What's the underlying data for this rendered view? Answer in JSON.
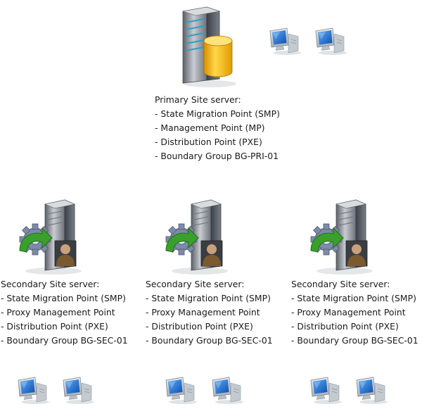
{
  "primary": {
    "title": "Primary Site server:",
    "roles": [
      "- State Migration Point (SMP)",
      "- Management Point (MP)",
      "- Distribution Point (PXE)",
      "- Boundary Group BG-PRI-01"
    ]
  },
  "secondaries": [
    {
      "title": "Secondary Site server:",
      "roles": [
        "- State Migration Point (SMP)",
        "- Proxy Management Point",
        "- Distribution Point (PXE)",
        "- Boundary Group BG-SEC-01"
      ]
    },
    {
      "title": "Secondary Site server:",
      "roles": [
        "- State Migration Point (SMP)",
        "- Proxy Management Point",
        "- Distribution Point (PXE)",
        "- Boundary Group BG-SEC-01"
      ]
    },
    {
      "title": "Secondary Site server:",
      "roles": [
        "- State Migration Point (SMP)",
        "- Proxy Management Point",
        "- Distribution Point (PXE)",
        "- Boundary Group BG-SEC-01"
      ]
    }
  ],
  "icons": {
    "primary_server": "database-server-icon",
    "secondary_server": "site-server-icon",
    "client": "client-computer-icon"
  },
  "colors": {
    "server_body": "#8a8f96",
    "database": "#f2b300",
    "monitor": "#2a7bd9",
    "arrow": "#3aa02c",
    "gear": "#7d8aa8"
  }
}
